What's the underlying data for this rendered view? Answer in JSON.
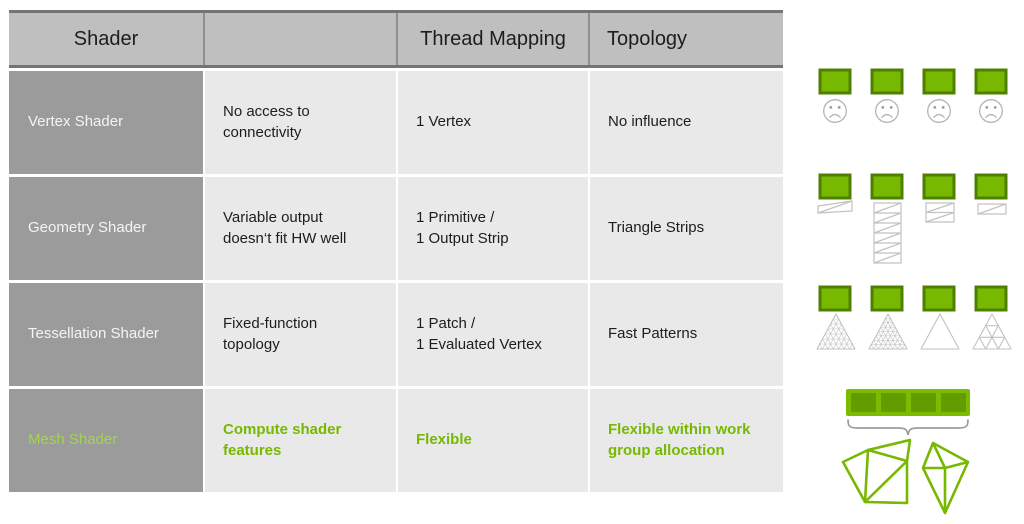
{
  "colors": {
    "nvidia_green": "#76b900",
    "dark_green": "#4f7f00",
    "light_green_label": "#9fd64f",
    "bar_frame_green": "#7cbc00",
    "bar_inner_green": "#639c00",
    "header_gray": "#bfbfbf",
    "label_col_gray": "#9b9b9b",
    "cell_gray": "#e9e9e9",
    "border_gray": "#747474",
    "strip_gray": "#c2c2c2",
    "face_gray": "#b5b5b5",
    "brace_gray": "#9c9c9c",
    "text_dark": "#1d1d1d",
    "text_light": "#f4f4f4"
  },
  "table": {
    "headers": [
      "Shader",
      "",
      "Thread Mapping",
      "Topology"
    ],
    "rows": [
      {
        "shader": "Vertex Shader",
        "note": "No access to\nconnectivity",
        "thread_mapping": "1 Vertex",
        "topology": "No influence",
        "highlight": false
      },
      {
        "shader": "Geometry Shader",
        "note": "Variable output\ndoesn‘t fit HW well",
        "thread_mapping": "1 Primitive /\n1 Output Strip",
        "topology": "Triangle Strips",
        "highlight": false
      },
      {
        "shader": "Tessellation Shader",
        "note": "Fixed-function\ntopology",
        "thread_mapping": "1 Patch /\n1 Evaluated Vertex",
        "topology": "Fast Patterns",
        "highlight": false
      },
      {
        "shader": "Mesh Shader",
        "note": "Compute shader\nfeatures",
        "thread_mapping": "Flexible",
        "topology": "Flexible within work\ngroup allocation",
        "highlight": true
      }
    ]
  },
  "diagram": {
    "rows": [
      {
        "row": "vertex-shader",
        "icons": [
          "green-thread-box",
          "sad-face-icon"
        ],
        "box_count": 4
      },
      {
        "row": "geometry-shader",
        "icons": [
          "green-thread-box",
          "triangle-strip-icon"
        ],
        "box_count": 4,
        "strip_rows": [
          1,
          6,
          2,
          1
        ]
      },
      {
        "row": "tessellation-shader",
        "icons": [
          "green-thread-box",
          "tessellated-triangle-icon",
          "plain-triangle-icon"
        ],
        "box_count": 4,
        "tessellation_levels": [
          7,
          8,
          1,
          3
        ]
      },
      {
        "row": "mesh-shader",
        "icons": [
          "workgroup-bar",
          "brace-icon",
          "meshlet-wireframe-icon"
        ],
        "bar_segments": 4,
        "meshlet_count": 2
      }
    ]
  }
}
